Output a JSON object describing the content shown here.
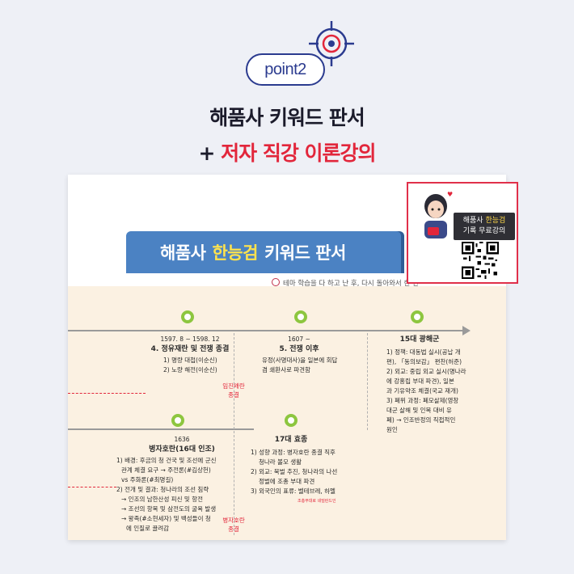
{
  "header": {
    "point_label": "point2",
    "headline_line1_red": "해품사 키워드 판서",
    "headline_line2_prefix": "+ ",
    "headline_line2": "저자 직강 이론강의"
  },
  "document": {
    "banner_part1": "해품사",
    "banner_part2": "한능검",
    "banner_part3": "키워드 판서",
    "note": "테마 학습을 다 하고 난 후, 다시 돌아와서 한 번",
    "events": [
      {
        "date": "1597. 8 ~ 1598. 12",
        "title": "4. 정유재란 및 전쟁 종결",
        "lines": [
          "1) 명량 대첩(이순신)",
          "2) 노량 해전(이순신)"
        ]
      },
      {
        "date": "1607 ~",
        "title": "5. 전쟁 이후",
        "lines": [
          "유정(사명대사)을 일본에 회답",
          "겸 쇄환사로 파견함"
        ]
      },
      {
        "date": "15대 광해군",
        "title": "",
        "lines": [
          "1) 정책: 대동법 실시(공납 개",
          "편), 「동의보감」 편찬(허준)",
          "2) 외교: 중립 외교 실시(명나라",
          "에 강홍립 부대 파견), 일본",
          "과 기유약조 체결(국교 재개)",
          "3) 폐위 과정: 폐모살제(영창",
          "대군 살해 및 인목 대비 유",
          "폐) → 인조반정의 직접적인",
          "원인"
        ]
      },
      {
        "date": "1636",
        "title": "병자호란(16대 인조)",
        "lines": [
          "1) 배경: 후금의 청 건국 및 조선에 군신",
          "관계 체결 요구 → 주전론(#김상헌)",
          "vs 주화론(#최명길)",
          "2) 전개 및 결과: 청나라의 조선 침략",
          "→ 인조의 남한산성 피신 및 항전",
          "→ 조선의 항복 및 삼전도의 굴욕 발생",
          "→ 왕족(#소현세자) 및 백성들이 청",
          "에 인질로 끌려감"
        ]
      },
      {
        "date": "17대 효종",
        "title": "",
        "lines": [
          "1) 성향 과정: 병자호란 종결 직후",
          "청나라 볼모 생활",
          "2) 외교: 북벌 추진, 청나라의 나선",
          "정벌에 조총 부대 파견",
          "3) 외국인의 표류: 벨테브레, 하멜"
        ]
      }
    ],
    "side_labels": [
      "임진왜란 종결",
      "병자호란 종결"
    ],
    "small_note": "조총부대로 네덜란드인",
    "promo": {
      "line1_white": "해품사",
      "line1_yellow": "한능검",
      "line2": "기록 무료강의"
    }
  }
}
